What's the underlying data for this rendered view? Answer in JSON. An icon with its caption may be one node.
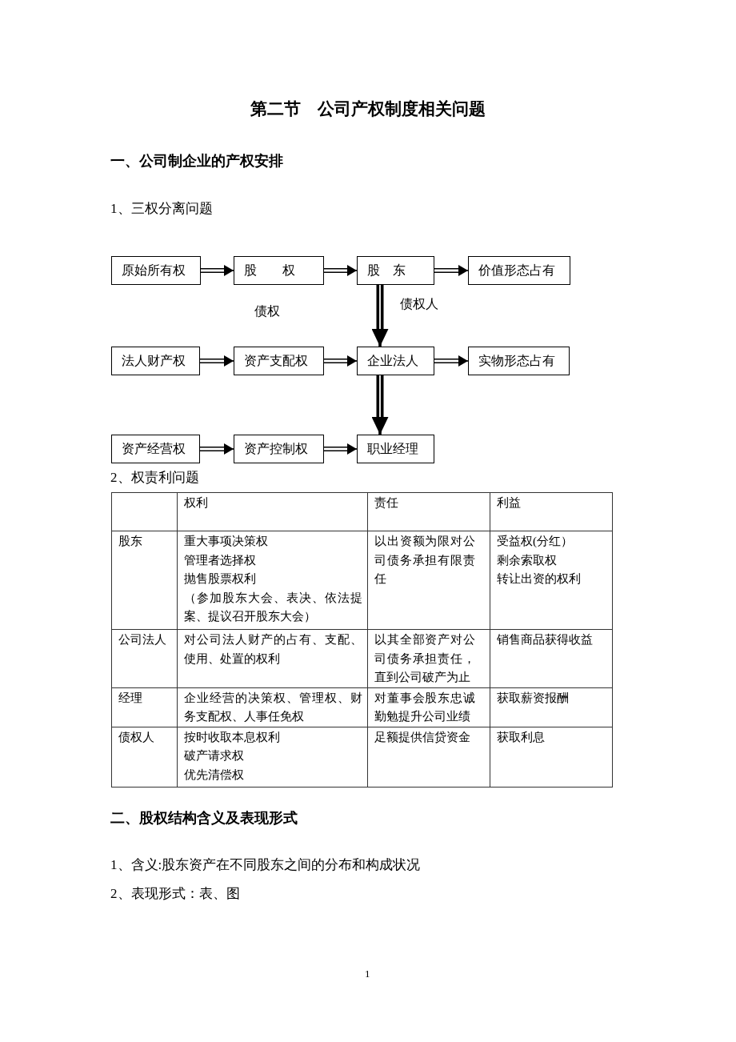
{
  "diagram": {
    "title": "第二节　公司产权制度相关问题",
    "nodes": [
      {
        "text": [
          "原始所有权"
        ]
      },
      {
        "text": [
          "股　　权"
        ]
      },
      {
        "text": [
          "股　东"
        ]
      },
      {
        "text": [
          "价值形态占有"
        ]
      },
      {
        "text": [
          "法人财产权"
        ]
      },
      {
        "text": [
          "资产支配权"
        ]
      },
      {
        "text": [
          "企业法人"
        ]
      },
      {
        "text": [
          "实物形态占有"
        ]
      },
      {
        "text": [
          "资产经营权"
        ]
      },
      {
        "text": [
          "资产控制权"
        ]
      },
      {
        "text": [
          "职业经理"
        ]
      }
    ],
    "edges": [
      {
        "from": 0,
        "to": 1,
        "arrow": "to"
      },
      {
        "from": 1,
        "to": 2,
        "arrow": "to"
      },
      {
        "from": 2,
        "to": 3,
        "arrow": "to"
      },
      {
        "from": 2,
        "to": 6,
        "arrow": "to",
        "label": "债权人",
        "style": "thick"
      },
      {
        "from": 4,
        "to": 5,
        "arrow": "to"
      },
      {
        "from": 5,
        "to": 6,
        "arrow": "to"
      },
      {
        "from": 6,
        "to": 7,
        "arrow": "to"
      },
      {
        "from": 6,
        "to": 10,
        "arrow": "to",
        "style": "thick"
      },
      {
        "from": 8,
        "to": 9,
        "arrow": "to"
      },
      {
        "from": 9,
        "to": 10,
        "arrow": "to"
      }
    ],
    "labels": [
      "一、公司制企业的产权安排",
      "1、三权分离问题",
      "债权",
      "2、权责利问题",
      "权利",
      "责任",
      "利益",
      "股东",
      "重大事项决策权",
      "管理者选择权",
      "抛售股票权利",
      "（参加股东大会、表决、依法提案、提议召开股东大会）",
      "以出资额为限对公司债务承担有限责任",
      "受益权(分红）",
      "剩余索取权",
      "转让出资的权利",
      "公司法人",
      "对公司法人财产的占有、支配、使用、处置的权利",
      "以其全部资产对公司债务承担责任，直到公司破产为止",
      "销售商品获得收益",
      "经理",
      "企业经营的决策权、管理权、财务支配权、人事任免权",
      "对董事会股东忠诚勤勉提升公司业绩",
      "获取薪资报酬",
      "债权人",
      "按时收取本息权利",
      "破产请求权",
      "优先清偿权",
      "足额提供信贷资金",
      "获取利息",
      "二、股权结构含义及表现形式",
      "1、含义:股东资产在不同股东之间的分布和构成状况",
      "2、表现形式：表、图",
      "1"
    ]
  }
}
